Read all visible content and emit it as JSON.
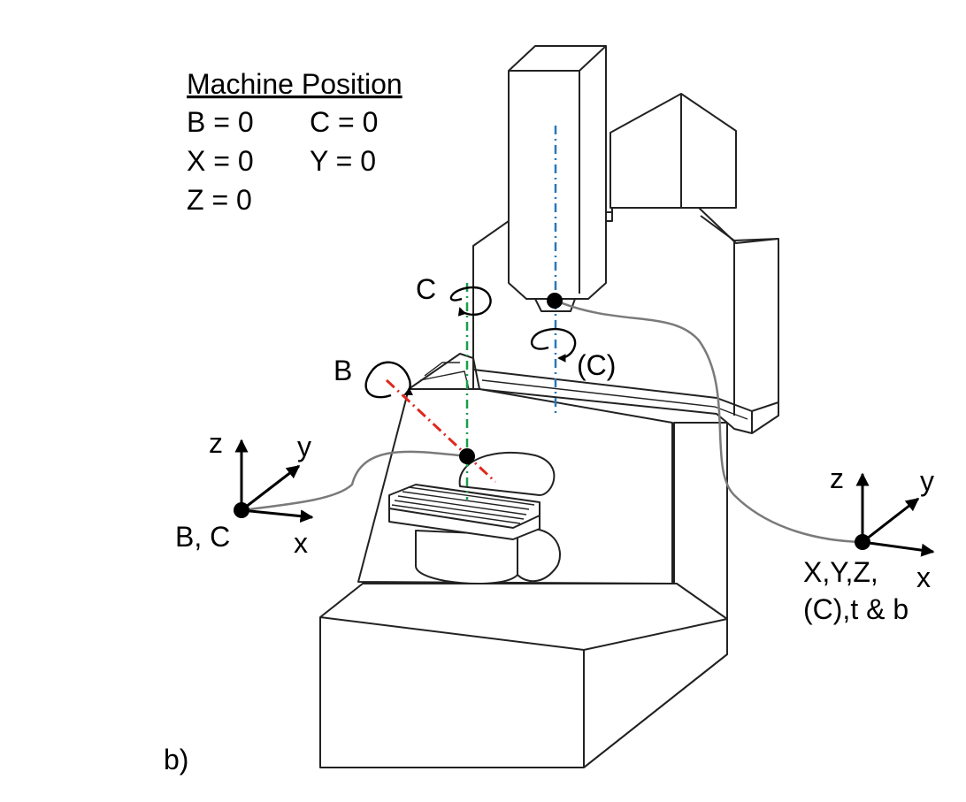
{
  "figure": {
    "panel_label": "b)",
    "machine_position": {
      "title": "Machine Position",
      "b": "B = 0",
      "c": "C = 0",
      "x": "X = 0",
      "y": "Y = 0",
      "z": "Z = 0"
    },
    "rotary_labels": {
      "c_table": "C",
      "b_table": "B",
      "c_spindle": "(C)"
    },
    "frame_left": {
      "z": "z",
      "y": "y",
      "x": "x",
      "caption": "B, C"
    },
    "frame_right": {
      "z": "z",
      "y": "y",
      "x": "x",
      "caption_line1": "X,Y,Z,",
      "caption_line2": "(C),t & b"
    },
    "colors": {
      "c_axis": "#1a9e4a",
      "b_axis": "#e0281c",
      "spindle_axis": "#2878b8",
      "leader": "#7a7a7a"
    }
  }
}
